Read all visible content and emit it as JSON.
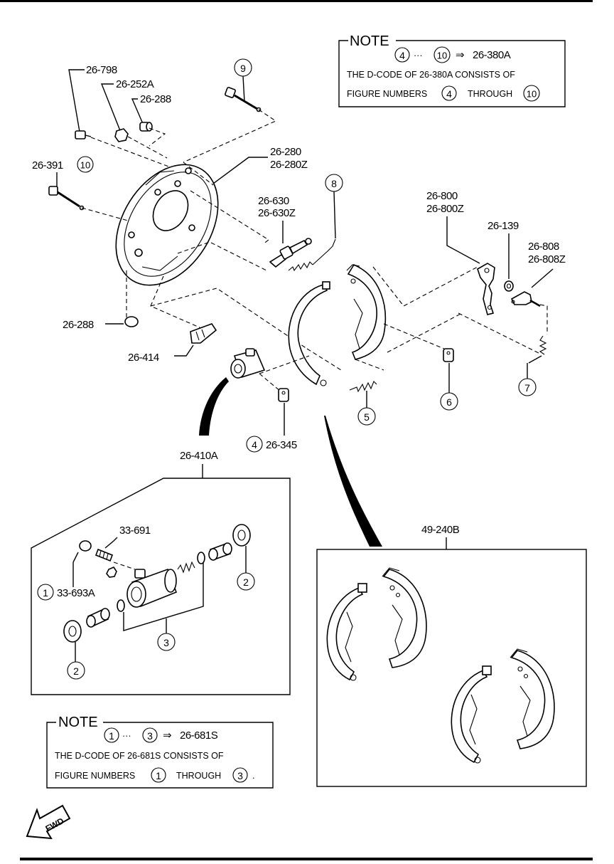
{
  "labels": {
    "p26_798": "26-798",
    "p26_252A": "26-252A",
    "p26_288_top": "26-288",
    "p26_391": "26-391",
    "p26_280": "26-280",
    "p26_280Z": "26-280Z",
    "p26_630": "26-630",
    "p26_630Z": "26-630Z",
    "p26_800": "26-800",
    "p26_800Z": "26-800Z",
    "p26_139": "26-139",
    "p26_808": "26-808",
    "p26_808Z": "26-808Z",
    "p26_288_bottom": "26-288",
    "p26_414": "26-414",
    "p26_345": "26-345",
    "p26_410A": "26-410A",
    "p33_691": "33-691",
    "p33_693A": "33-693A",
    "p49_240B": "49-240B"
  },
  "callouts": {
    "c9": "9",
    "c10_a": "10",
    "c8": "8",
    "c7": "7",
    "c6": "6",
    "c5": "5",
    "c4": "4",
    "c1": "1",
    "c2_a": "2",
    "c2_b": "2",
    "c3": "3"
  },
  "note_top": {
    "title": "NOTE",
    "range_from": "4",
    "range_dots": "···",
    "range_to": "10",
    "arrow": "⇒",
    "code": "26-380A",
    "line2": "THE D-CODE OF 26-380A CONSISTS OF",
    "line3_a": "FIGURE NUMBERS",
    "line3_from": "4",
    "line3_b": "THROUGH",
    "line3_to": "10"
  },
  "note_bottom": {
    "title": "NOTE",
    "range_from": "1",
    "range_dots": "···",
    "range_to": "3",
    "arrow": "⇒",
    "code": "26-681S",
    "line2": "THE D-CODE OF 26-681S CONSISTS OF",
    "line3_a": "FIGURE NUMBERS",
    "line3_from": "1",
    "line3_b": "THROUGH",
    "line3_to": "3",
    "line3_end": "."
  },
  "fwd": "FWD"
}
